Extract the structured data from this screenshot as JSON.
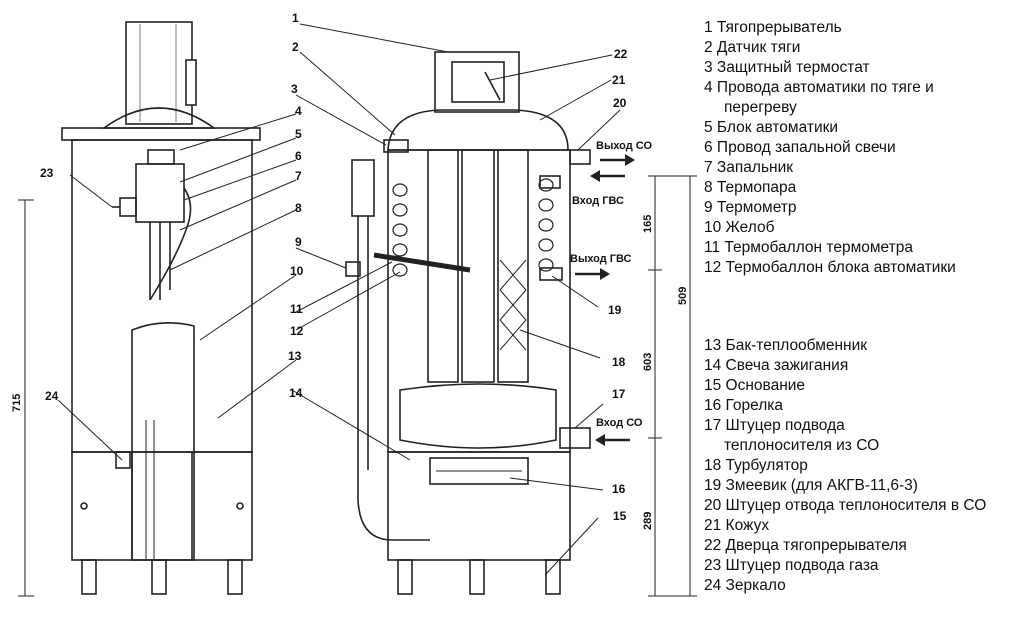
{
  "callouts": [
    "1",
    "2",
    "3",
    "4",
    "5",
    "6",
    "7",
    "8",
    "9",
    "10",
    "11",
    "12",
    "13",
    "14",
    "15",
    "16",
    "17",
    "18",
    "19",
    "20",
    "21",
    "22",
    "23",
    "24"
  ],
  "flow_labels": {
    "co_out": "Выход СО",
    "gvs_in": "Вход ГВС",
    "gvs_out": "Выход ГВС",
    "co_in": "Вход СО"
  },
  "dimensions": {
    "total_height": "715",
    "d165": "165",
    "d509": "509",
    "d603": "603",
    "d289": "289"
  },
  "legend": {
    "group1": [
      {
        "num": "1",
        "text": "Тягопрерыватель"
      },
      {
        "num": "2",
        "text": "Датчик тяги"
      },
      {
        "num": "3",
        "text": "Защитный термостат"
      },
      {
        "num": "4",
        "text": "Провода автоматики по тяге и",
        "cont": "перегреву"
      },
      {
        "num": "5",
        "text": "Блок автоматики"
      },
      {
        "num": "6",
        "text": "Провод запальной свечи"
      },
      {
        "num": "7",
        "text": "Запальник"
      },
      {
        "num": "8",
        "text": "Термопара"
      },
      {
        "num": "9",
        "text": "Термометр"
      },
      {
        "num": "10",
        "text": "Желоб"
      },
      {
        "num": "11",
        "text": "Термобаллон термометра"
      },
      {
        "num": "12",
        "text": "Термобаллон блока автоматики"
      }
    ],
    "group2": [
      {
        "num": "13",
        "text": "Бак-теплообменник"
      },
      {
        "num": "14",
        "text": "Свеча зажигания"
      },
      {
        "num": "15",
        "text": "Основание"
      },
      {
        "num": "16",
        "text": "Горелка"
      },
      {
        "num": "17",
        "text": "Штуцер подвода",
        "cont": "теплоносителя из СО"
      },
      {
        "num": "18",
        "text": "Турбулятор"
      },
      {
        "num": "19",
        "text": "Змеевик (для АКГВ-11,6-3)"
      },
      {
        "num": "20",
        "text": "Штуцер отвода теплоносителя в СО"
      },
      {
        "num": "21",
        "text": "Кожух"
      },
      {
        "num": "22",
        "text": "Дверца тягопрерывателя"
      },
      {
        "num": "23",
        "text": "Штуцер подвода газа"
      },
      {
        "num": "24",
        "text": "Зеркало"
      }
    ]
  }
}
